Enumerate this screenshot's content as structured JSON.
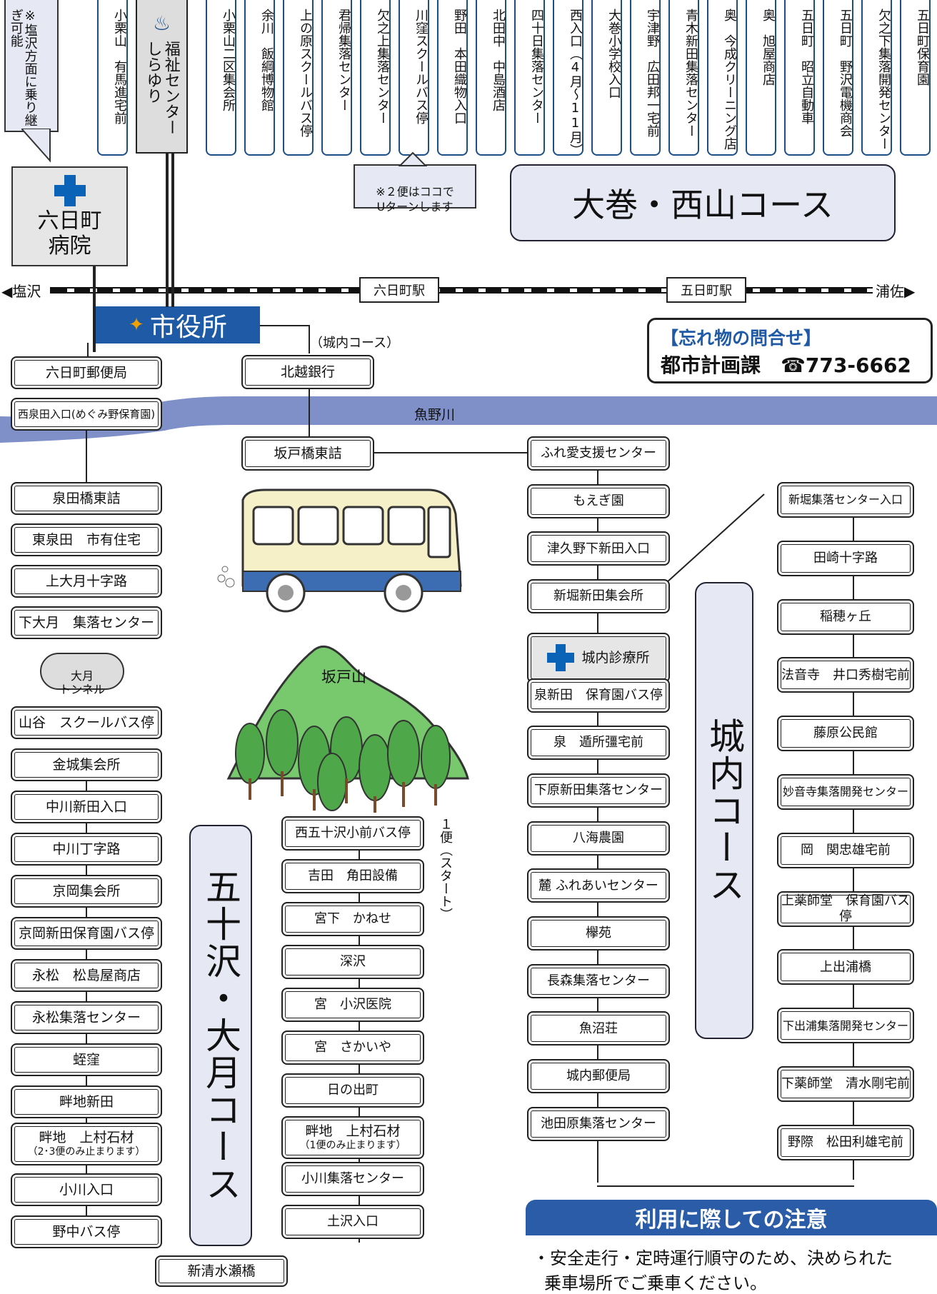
{
  "top_note": "※塩沢方面に乗り継ぎ可能",
  "hospital": {
    "label1": "六日町",
    "label2": "病院"
  },
  "welfare": {
    "label": "福祉センターしらゆり",
    "icon": "hot-spring-icon"
  },
  "top_stops": [
    "小栗山　有馬進宅前",
    "小栗山二区集会所",
    "余川　飯綱博物館",
    "上の原スクールバス停",
    "君帰集落センター",
    "欠之上集落センター",
    "川窪スクールバス停",
    "野田　本田織物入口",
    "北田中　中島酒店",
    "四十日集落センター",
    "西入口（4月〜11月）",
    "大巻小学校入口",
    "宇津野　広田邦一宅前",
    "青木新田集落センター",
    "奥　今成クリーニング店",
    "奥　旭屋商店",
    "五日町　昭立自動車",
    "五日町　野沢電機商会",
    "欠之下集落開発センター",
    "五日町保育園"
  ],
  "uturn_note": "※２便はココで\nUターンします",
  "omaki_course": "大巻・西山コース",
  "rail": {
    "left": "塩沢",
    "right": "浦佐",
    "station1": "六日町駅",
    "station2": "五日町駅"
  },
  "city_hall": "市役所",
  "jonai_note": "（城内コース）",
  "lost_found": {
    "title": "【忘れ物の問合せ】",
    "dept": "都市計画課",
    "tel": "☎773-6662"
  },
  "river": "魚野川",
  "mountain": "坂戸山",
  "tunnel": "大月\nトンネル",
  "left_top": [
    "六日町郵便局",
    "西泉田入口(めぐみ野保育園)"
  ],
  "left_bottom": [
    "泉田橋東詰",
    "東泉田　市有住宅",
    "上大月十字路",
    "下大月　集落センター"
  ],
  "left_after_tunnel": [
    "山谷　スクールバス停",
    "金城集会所",
    "中川新田入口",
    "中川丁字路",
    "京岡集会所",
    "京岡新田保育園バス停",
    "永松　松島屋商店",
    "永松集落センター",
    "蛭窪",
    "畔地新田",
    "畔地　上村石材",
    "小川入口",
    "野中バス停"
  ],
  "left_note_14": "（2･3便のみ止まります）",
  "bottom_stop": "新清水瀬橋",
  "ika_course": "五十沢・大月コース",
  "ika_stops": [
    "西五十沢小前バス停",
    "吉田　角田設備",
    "宮下　かねせ",
    "深沢",
    "宮　小沢医院",
    "宮　さかいや",
    "日の出町",
    "畔地　上村石材",
    "小川集落センター",
    "土沢入口"
  ],
  "ika_note": "（1便のみ止まります）",
  "ika_start": "１便（スタート）",
  "center_top": [
    "北越銀行",
    "坂戸橋東詰"
  ],
  "jonai_stops": [
    "ふれ愛支援センター",
    "もえぎ園",
    "津久野下新田入口",
    "新堀新田集会所",
    "城内診療所",
    "泉新田　保育園バス停",
    "泉　遁所彊宅前",
    "下原新田集落センター",
    "八海農園",
    "麓 ふれあいセンター",
    "欅苑",
    "長森集落センター",
    "魚沼荘",
    "城内郵便局",
    "池田原集落センター"
  ],
  "jonai_course": "城内コース",
  "right_stops": [
    "新堀集落センター入口",
    "田崎十字路",
    "稲穂ヶ丘",
    "法音寺　井口秀樹宅前",
    "藤原公民館",
    "妙音寺集落開発センター",
    "岡　関忠雄宅前",
    "上薬師堂　保育園バス停",
    "上出浦橋",
    "下出浦集落開発センター",
    "下薬師堂　清水剛宅前",
    "野際　松田利雄宅前"
  ],
  "notice": {
    "title": "利用に際しての注意",
    "line1": "・安全走行・定時運行順守のため、決められた",
    "line2": "乗車場所でご乗車ください。"
  },
  "colors": {
    "course_bg": "#e6e8f3",
    "river": "#7f8fc7",
    "notice": "#2a5ca8",
    "cross": "#0b63b8"
  }
}
